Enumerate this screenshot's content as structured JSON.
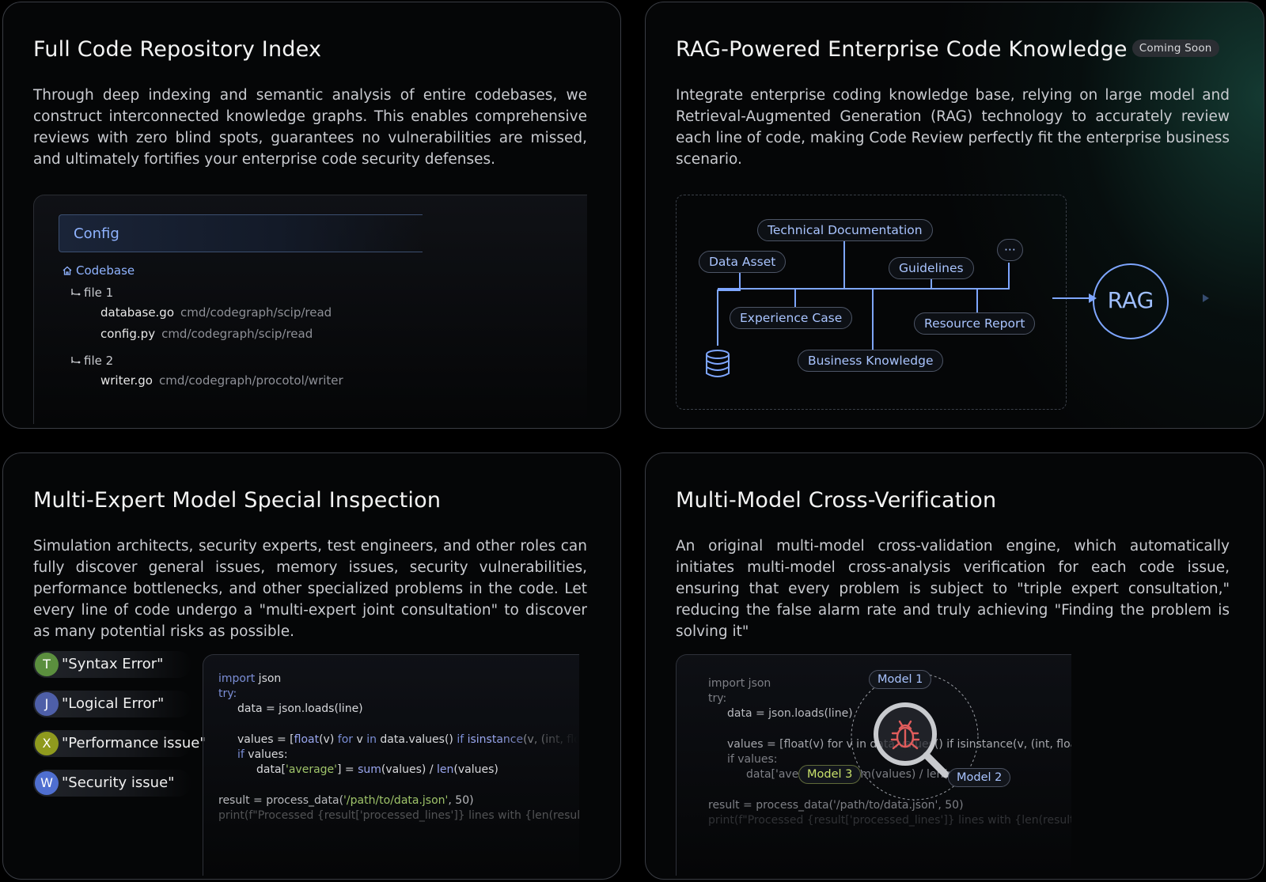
{
  "cards": {
    "repo_index": {
      "title": "Full Code Repository Index",
      "description": "Through deep indexing and semantic analysis of entire codebases, we construct interconnected knowledge graphs. This enables comprehensive reviews with zero blind spots, guarantees no vulnerabilities are missed, and ultimately fortifies your enterprise code security defenses.",
      "config_label": "Config",
      "root_label": "Codebase",
      "file1_label": "file 1",
      "file1_items": [
        {
          "name": "database.go",
          "path": "cmd/codegraph/scip/read"
        },
        {
          "name": "config.py",
          "path": "cmd/codegraph/scip/read"
        }
      ],
      "file2_label": "file 2",
      "file2_items": [
        {
          "name": "writer.go",
          "path": "cmd/codegraph/procotol/writer"
        }
      ]
    },
    "rag": {
      "title": "RAG-Powered Enterprise Code Knowledge",
      "badge": "Coming Soon",
      "description": "Integrate enterprise coding knowledge base, relying on large model and Retrieval-Augmented Generation (RAG) technology to accurately review each line of code, making Code Review perfectly fit the enterprise business scenario.",
      "nodes": {
        "technical_documentation": "Technical Documentation",
        "data_asset": "Data Asset",
        "guidelines": "Guidelines",
        "more": "···",
        "experience_case": "Experience Case",
        "resource_report": "Resource Report",
        "business_knowledge": "Business Knowledge"
      },
      "rag_label": "RAG"
    },
    "multi_expert": {
      "title": "Multi-Expert Model Special Inspection",
      "description": "Simulation architects, security experts, test engineers, and other roles can fully discover general issues, memory issues, security vulnerabilities, performance bottlenecks, and other specialized problems in the code. Let every line of code undergo a \"multi-expert joint consultation\" to discover as many potential risks as possible.",
      "experts": [
        {
          "initial": "T",
          "label": "\"Syntax Error\"",
          "color": "#5b8f3e"
        },
        {
          "initial": "J",
          "label": "\"Logical Error\"",
          "color": "#4e5fa8"
        },
        {
          "initial": "X",
          "label": "\"Performance issue\"",
          "color": "#8f9a1e"
        },
        {
          "initial": "W",
          "label": "\"Security issue\"",
          "color": "#4f6fd0"
        }
      ],
      "code": {
        "l1_kw": "import",
        "l1_rest": " json",
        "l2_kw": "try:",
        "l3": "data = json.loads(line)",
        "l4_a": "values = [",
        "l4_fn1": "float",
        "l4_b": "(v) ",
        "l4_kw1": "for",
        "l4_c": " v ",
        "l4_kw2": "in",
        "l4_d": " data.values() ",
        "l4_kw3": "if",
        "l4_fn2": " isinstance",
        "l4_e": "(v, (int, float",
        "l5_kw": "if",
        "l5_rest": " values:",
        "l6_a": "data[",
        "l6_str": "'average'",
        "l6_b": "] = ",
        "l6_fn1": "sum",
        "l6_c": "(values) / ",
        "l6_fn2": "len",
        "l6_d": "(values)",
        "l7_a": "result = process_data(",
        "l7_str": "'/path/to/data.json'",
        "l7_b": ", 50)",
        "l8": "print(f\"Processed {result['processed_lines']} lines with {len(result"
      }
    },
    "cross_verify": {
      "title": "Multi-Model Cross-Verification",
      "description": "An original multi-model cross-validation engine, which automatically initiates multi-model cross-analysis verification for each code issue, ensuring that every problem is subject to \"triple expert consultation,\" reducing the false alarm rate and truly achieving \"Finding the problem is solving it\"",
      "code": {
        "l1": "import json",
        "l2": "try:",
        "l3": "data = json.loads(line)",
        "l4": "values = [float(v) for v in data.values() if isinstance(v, (int, float)",
        "l5": "if values:",
        "l6": "data['average'] = sum(values) / len(values)",
        "l7": "result = process_data('/path/to/data.json', 50)",
        "l8": "print(f\"Processed {result['processed_lines']} lines with {len(result"
      },
      "models": {
        "m1": "Model 1",
        "m2": "Model 2",
        "m3": "Model 3"
      }
    }
  },
  "colors": {
    "accent_blue": "#8fb3ff",
    "rag_blue": "#7ea6ff",
    "model3_green": "#c9e26b"
  }
}
